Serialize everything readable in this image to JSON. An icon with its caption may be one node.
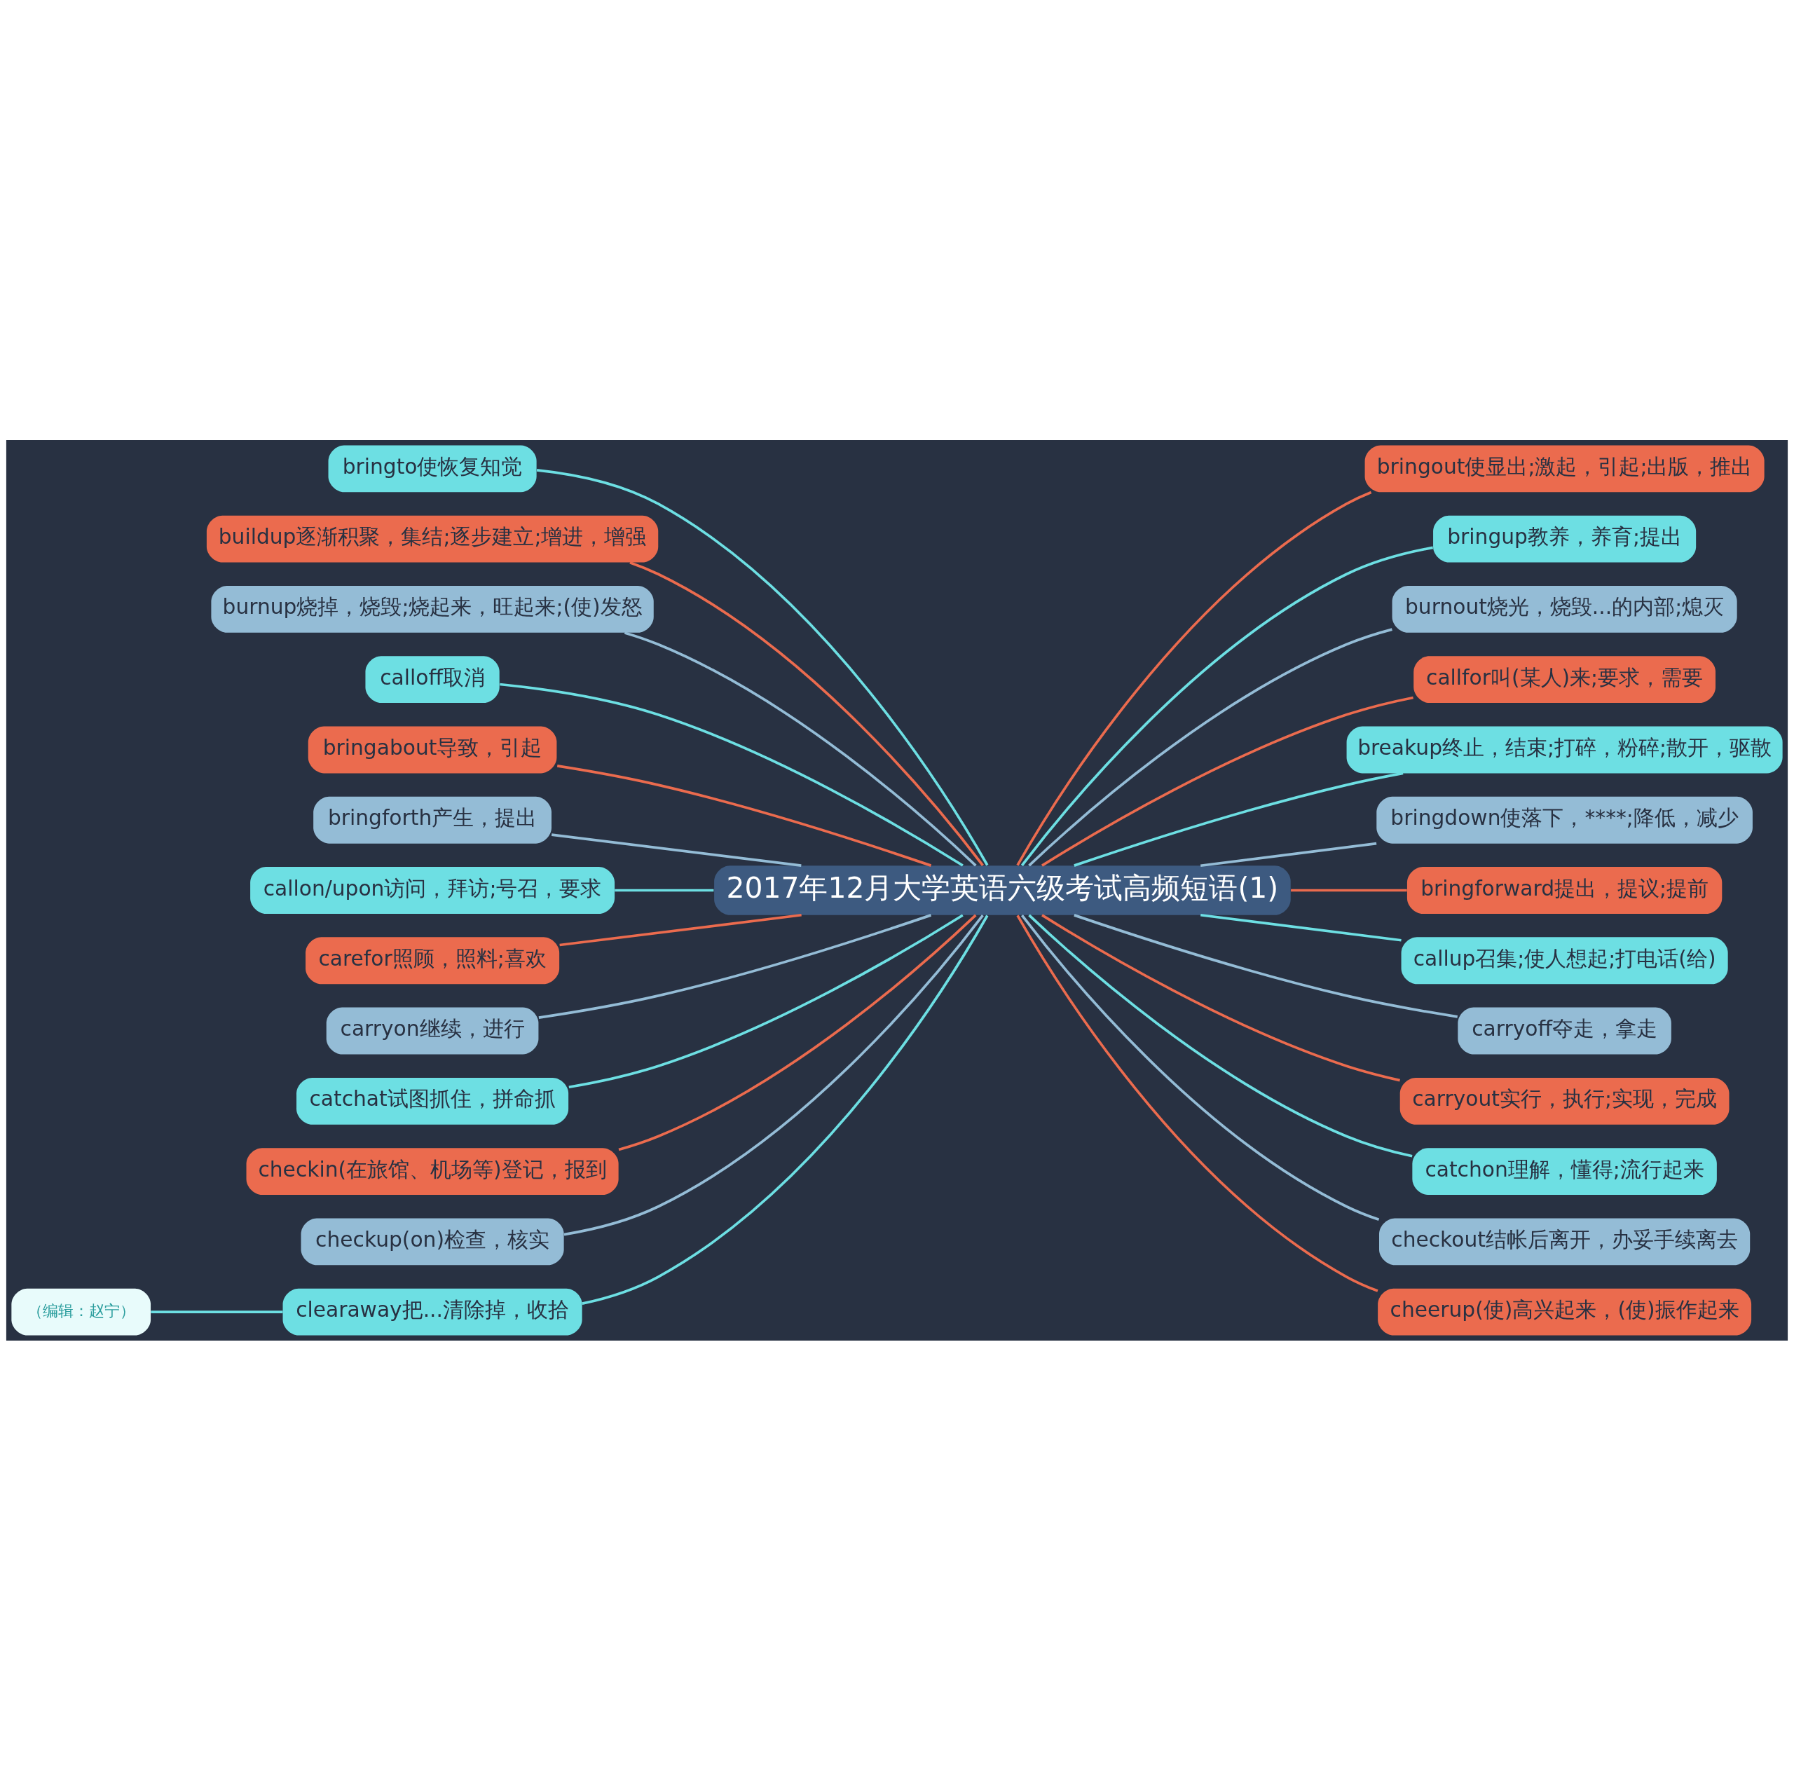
{
  "diagram": {
    "nodes": [
      {
        "text": [
          "2017年12月大学英语六级考试高频短语(1)"
        ]
      },
      {
        "text": [
          "bringto使恢复知觉"
        ]
      },
      {
        "text": [
          "buildup逐渐积聚，集结;逐步建立;增进，增强"
        ]
      },
      {
        "text": [
          "burnup烧掉，烧毁;烧起来，旺起来;(使)发怒"
        ]
      },
      {
        "text": [
          "calloff取消"
        ]
      },
      {
        "text": [
          "bringabout导致，引起"
        ]
      },
      {
        "text": [
          "bringforth产生，提出"
        ]
      },
      {
        "text": [
          "callon/upon访问，拜访;号召，要求"
        ]
      },
      {
        "text": [
          "carefor照顾，照料;喜欢"
        ]
      },
      {
        "text": [
          "carryon继续，进行"
        ]
      },
      {
        "text": [
          "catchat试图抓住，拼命抓"
        ]
      },
      {
        "text": [
          "checkin(在旅馆、机场等)登记，报到"
        ]
      },
      {
        "text": [
          "checkup(on)检查，核实"
        ]
      },
      {
        "text": [
          "clearaway把...清除掉，收拾"
        ]
      },
      {
        "text": [
          "（编辑：赵宁）"
        ]
      },
      {
        "text": [
          "bringout使显出;激起，引起;出版，推出"
        ]
      },
      {
        "text": [
          "bringup教养，养育;提出"
        ]
      },
      {
        "text": [
          "burnout烧光，烧毁...的内部;熄灭"
        ]
      },
      {
        "text": [
          "callfor叫(某人)来;要求，需要"
        ]
      },
      {
        "text": [
          "breakup终止，结束;打碎，粉碎;散开，驱散"
        ]
      },
      {
        "text": [
          "bringdown使落下，****;降低，减少"
        ]
      },
      {
        "text": [
          "bringforward提出，提议;提前"
        ]
      },
      {
        "text": [
          "callup召集;使人想起;打电话(给)"
        ]
      },
      {
        "text": [
          "carryoff夺走，拿走"
        ]
      },
      {
        "text": [
          "carryout实行，执行;实现，完成"
        ]
      },
      {
        "text": [
          "catchon理解，懂得;流行起来"
        ]
      },
      {
        "text": [
          "checkout结帐后离开，办妥手续离去"
        ]
      },
      {
        "text": [
          "cheerup(使)高兴起来，(使)振作起来"
        ]
      }
    ],
    "edges": [
      {
        "from": 1,
        "to": 0,
        "arrow": "none",
        "color": "#6ddfe3"
      },
      {
        "from": 2,
        "to": 0,
        "arrow": "none",
        "color": "#eb6b4e"
      },
      {
        "from": 3,
        "to": 0,
        "arrow": "none",
        "color": "#94bcd6"
      },
      {
        "from": 4,
        "to": 0,
        "arrow": "none",
        "color": "#6ddfe3"
      },
      {
        "from": 5,
        "to": 0,
        "arrow": "none",
        "color": "#eb6b4e"
      },
      {
        "from": 6,
        "to": 0,
        "arrow": "none",
        "color": "#94bcd6"
      },
      {
        "from": 7,
        "to": 0,
        "arrow": "none",
        "color": "#6ddfe3"
      },
      {
        "from": 8,
        "to": 0,
        "arrow": "none",
        "color": "#eb6b4e"
      },
      {
        "from": 9,
        "to": 0,
        "arrow": "none",
        "color": "#94bcd6"
      },
      {
        "from": 10,
        "to": 0,
        "arrow": "none",
        "color": "#6ddfe3"
      },
      {
        "from": 11,
        "to": 0,
        "arrow": "none",
        "color": "#eb6b4e"
      },
      {
        "from": 12,
        "to": 0,
        "arrow": "none",
        "color": "#94bcd6"
      },
      {
        "from": 13,
        "to": 0,
        "arrow": "none",
        "color": "#6ddfe3"
      },
      {
        "from": 14,
        "to": 13,
        "arrow": "none",
        "color": "#6ddfe3"
      },
      {
        "from": 0,
        "to": 15,
        "arrow": "none",
        "color": "#eb6b4e"
      },
      {
        "from": 0,
        "to": 16,
        "arrow": "none",
        "color": "#6ddfe3"
      },
      {
        "from": 0,
        "to": 17,
        "arrow": "none",
        "color": "#94bcd6"
      },
      {
        "from": 0,
        "to": 18,
        "arrow": "none",
        "color": "#eb6b4e"
      },
      {
        "from": 0,
        "to": 19,
        "arrow": "none",
        "color": "#6ddfe3"
      },
      {
        "from": 0,
        "to": 20,
        "arrow": "none",
        "color": "#94bcd6"
      },
      {
        "from": 0,
        "to": 21,
        "arrow": "none",
        "color": "#eb6b4e"
      },
      {
        "from": 0,
        "to": 22,
        "arrow": "none",
        "color": "#6ddfe3"
      },
      {
        "from": 0,
        "to": 23,
        "arrow": "none",
        "color": "#94bcd6"
      },
      {
        "from": 0,
        "to": 24,
        "arrow": "none",
        "color": "#eb6b4e"
      },
      {
        "from": 0,
        "to": 25,
        "arrow": "none",
        "color": "#6ddfe3"
      },
      {
        "from": 0,
        "to": 26,
        "arrow": "none",
        "color": "#94bcd6"
      },
      {
        "from": 0,
        "to": 27,
        "arrow": "none",
        "color": "#eb6b4e"
      }
    ]
  }
}
